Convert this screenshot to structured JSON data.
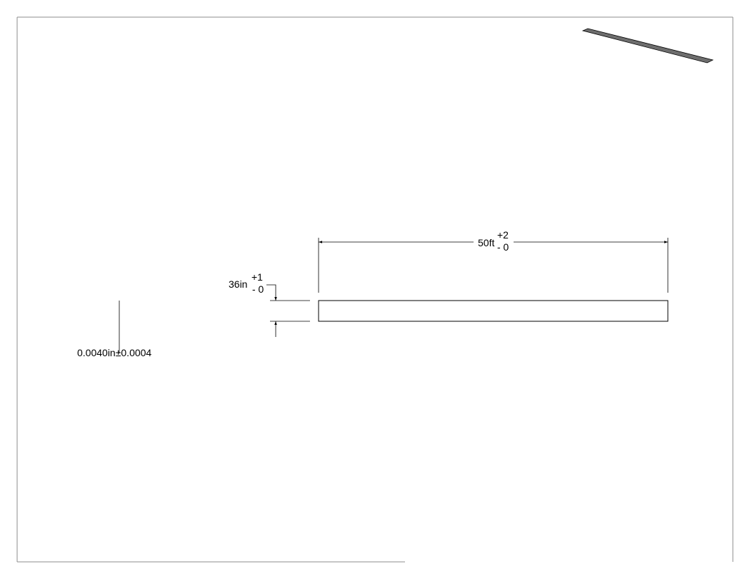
{
  "colors": {
    "line": "#000000",
    "frame": "#8c8c8c",
    "strip_fill": "#6e6e6e",
    "background": "#ffffff"
  },
  "dimensions": {
    "length": {
      "value": "50ft",
      "upper": "+2",
      "lower": "- 0"
    },
    "width": {
      "value": "36in",
      "upper": "+1",
      "lower": "- 0"
    },
    "thickness": {
      "label": "0.0040in±0.0004"
    }
  }
}
